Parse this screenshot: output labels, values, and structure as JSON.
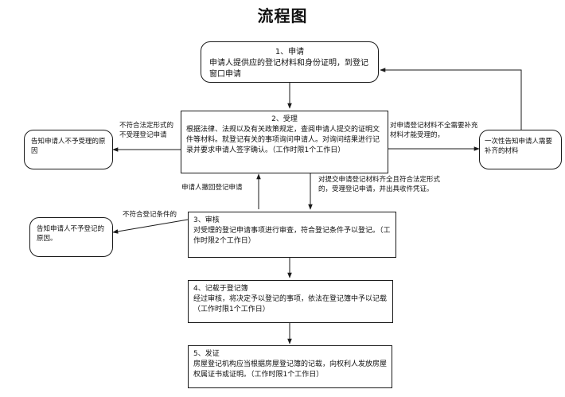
{
  "title": "流程图",
  "steps": {
    "apply": {
      "heading": "1、申请",
      "body": "申请人提供应的登记材料和身份证明，到登记窗口申请"
    },
    "accept": {
      "heading": "2、受理",
      "body": "根据法律、法规以及有关政策规定，查阅申请人提交的证明文件等材料。就登记有关的事项询问申请人。对询问结果进行记录并要求申请人签字确认。（工作时限1个工作日）"
    },
    "review": {
      "heading": "3、审核",
      "body": "对受理的登记申请事项进行审查，符合登记条件予以登记。（工作时限2个工作日）"
    },
    "record": {
      "heading": "4、记载于登记簿",
      "body": "经过审核，将决定予以登记的事项，依法在登记簿中予以记载（工作时限1个工作日）"
    },
    "issue": {
      "heading": "5、发证",
      "body": "房屋登记机构应当根据房屋登记簿的记载，向权利人发放房屋权属证书或证明。（工作时限1个工作日）"
    }
  },
  "side_boxes": {
    "reject_accept": "告知申请人不予受理的原因",
    "reject_register": "告知申请人不予登记的原因。",
    "supplement": "一次性告知申请人需要补齐的材料"
  },
  "edge_labels": {
    "not_legal_form": "不符合法定形式的不受理登记申请",
    "incomplete": "对申请登记材料不全需要补充材料才能受理的，",
    "complete": "对提交申请登记材料齐全且符合法定形式的，受理登记申请，并出具收件凭证。",
    "withdraw": "申请人撤回登记申请",
    "not_qualified": "不符合登记条件的"
  }
}
